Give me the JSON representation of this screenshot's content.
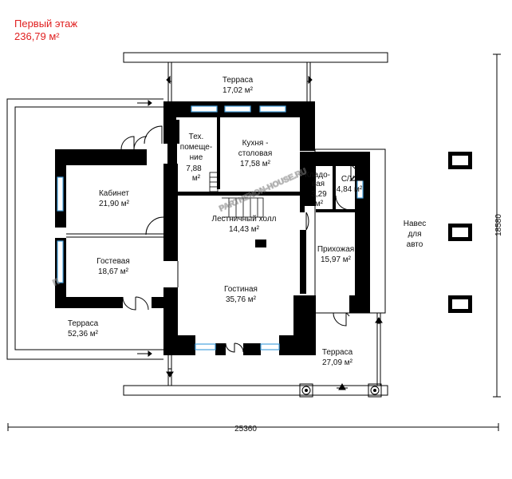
{
  "header": {
    "title": "Первый этаж",
    "area": "236,79 м²"
  },
  "colors": {
    "title": "#e01f1f",
    "wall": "#000000",
    "window": "#4aa3df",
    "watermark": "#9a9a9a"
  },
  "rooms": {
    "terrace_top": {
      "name": "Терраса",
      "area": "17,02 м²"
    },
    "tech": {
      "line1": "Тех.",
      "line2": "помеще-",
      "line3": "ние",
      "area": "7,88",
      "unit": "м²"
    },
    "kitchen": {
      "line1": "Кухня -",
      "line2": "столовая",
      "area": "17,58 м²"
    },
    "pantry": {
      "line1": "Кладо-",
      "line2": "вая",
      "area": "3,29",
      "unit": "м²"
    },
    "bathroom": {
      "name": "С/У",
      "area": "4,84 м²"
    },
    "cabinet": {
      "name": "Кабинет",
      "area": "21,90 м²"
    },
    "stair_hall": {
      "name": "Лестничный холл",
      "area": "14,43 м²"
    },
    "hallway": {
      "name": "Прихожая",
      "area": "15,97 м²"
    },
    "guest": {
      "name": "Гостевая",
      "area": "18,67 м²"
    },
    "living": {
      "name": "Гостиная",
      "area": "35,76 м²"
    },
    "terrace_left": {
      "name": "Терраса",
      "area": "52,36 м²"
    },
    "terrace_bottom": {
      "name": "Терраса",
      "area": "27,09 м²"
    },
    "carport": {
      "line1": "Навес",
      "line2": "для",
      "line3": "авто"
    }
  },
  "dimensions": {
    "width": "25360",
    "height": "18580"
  },
  "watermark": "PARTHENON-HOUSE.RU",
  "watermark_logo": "П"
}
